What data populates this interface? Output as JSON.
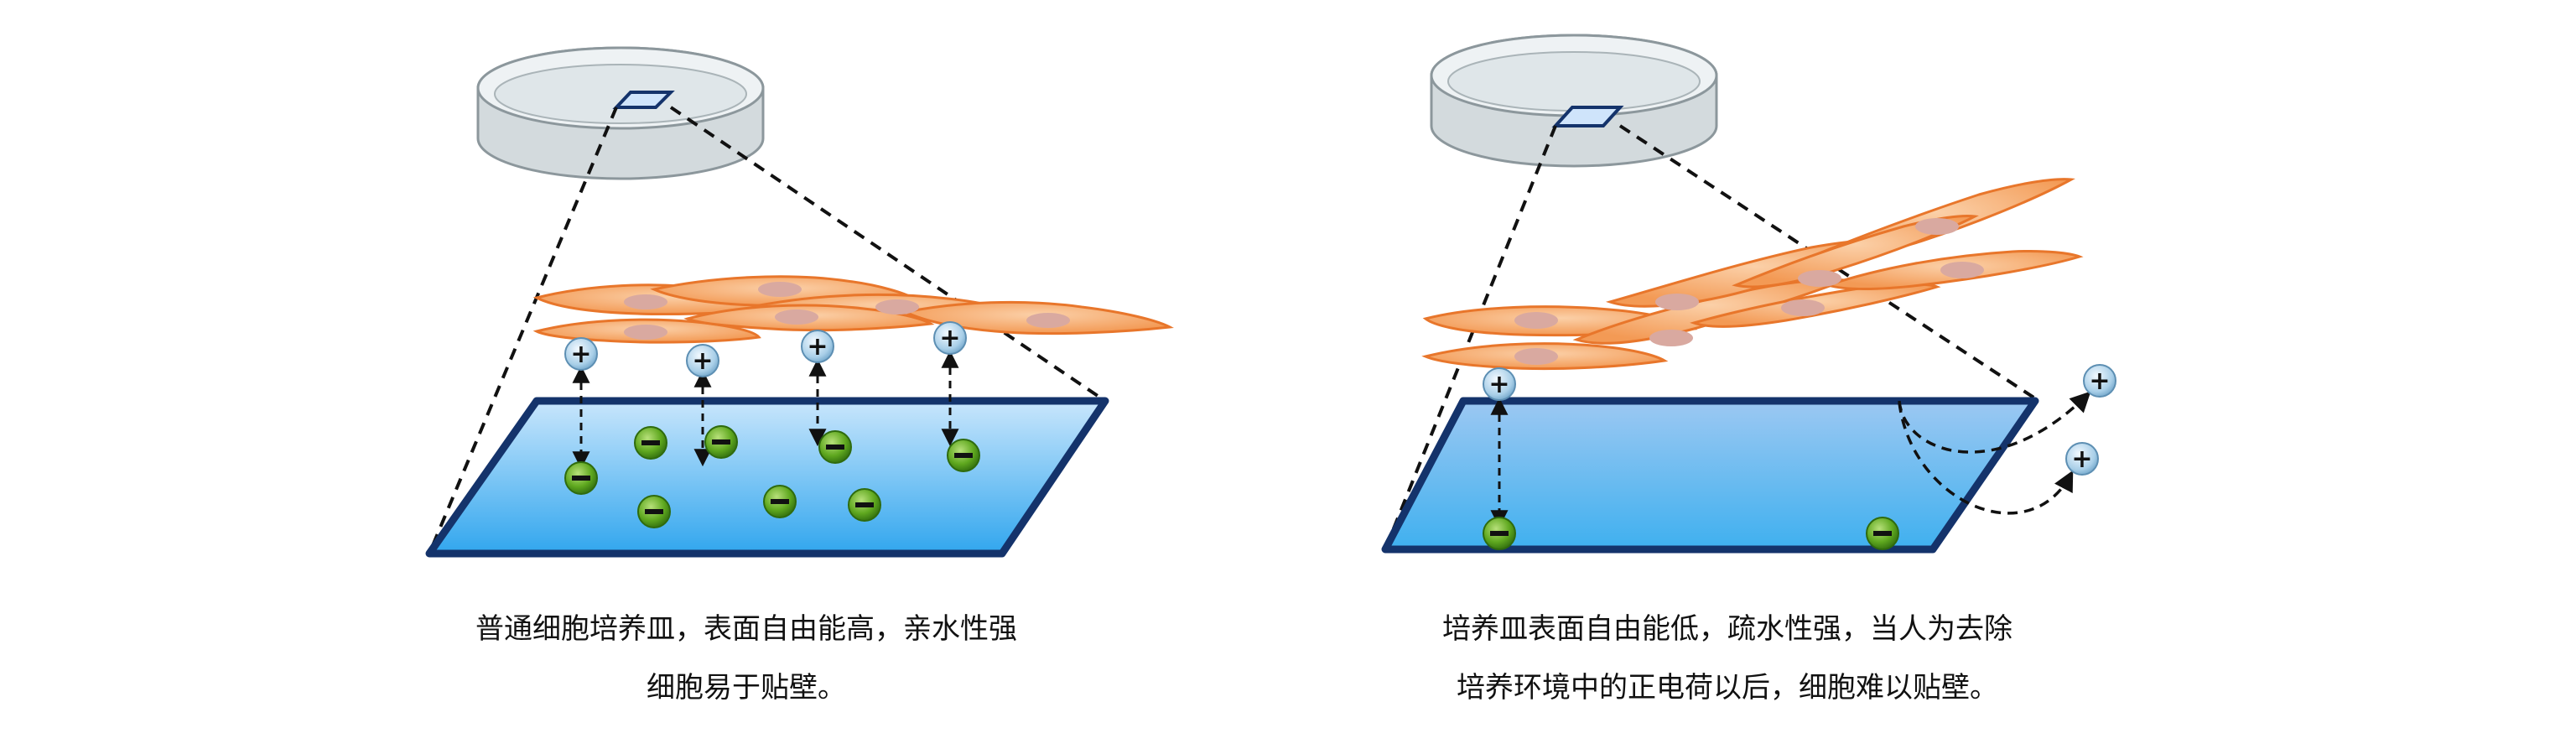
{
  "panels": [
    {
      "id": "hydrophilic",
      "caption_lines": [
        "普通细胞培养皿，表面自由能高，亲水性强",
        "细胞易于贴壁。"
      ]
    },
    {
      "id": "hydrophobic",
      "caption_lines": [
        "培养皿表面自由能低，疏水性强，当人为去除",
        "培养环境中的正电荷以后，细胞难以贴壁。"
      ]
    }
  ],
  "symbols": {
    "positive": "+",
    "negative": "−"
  },
  "colors": {
    "cell_fill": "#f6a265",
    "cell_stroke": "#e8762b",
    "nucleus": "#d9a9a0",
    "surface_top": "#bfe0fb",
    "surface_bottom": "#3aa8ec",
    "surface_edge": "#14336b",
    "negative_charge": "#5fa81f",
    "positive_charge": "#a9cfe8"
  }
}
